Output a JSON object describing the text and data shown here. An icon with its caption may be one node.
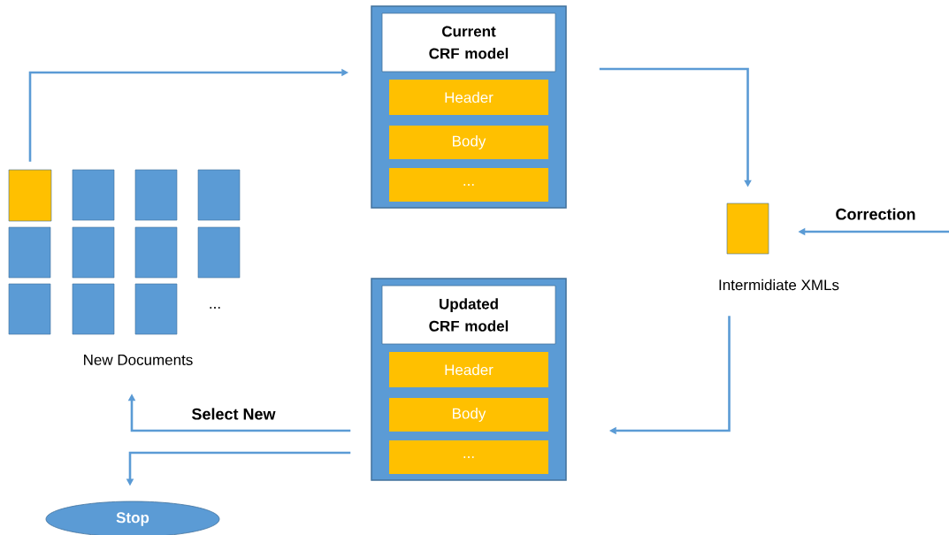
{
  "diagram": {
    "nodes": [
      {
        "text": [
          "Current CRF model"
        ]
      },
      {
        "text": [
          "Header"
        ],
        "in": 0
      },
      {
        "text": [
          "Body"
        ],
        "in": 0
      },
      {
        "text": [
          "..."
        ],
        "in": 0
      },
      {
        "text": [],
        "shape": "box"
      },
      {
        "text": [],
        "shape": "box"
      },
      {
        "text": [],
        "shape": "box"
      },
      {
        "text": [],
        "shape": "box"
      },
      {
        "text": [],
        "shape": "box"
      },
      {
        "text": [],
        "shape": "box"
      },
      {
        "text": [],
        "shape": "box"
      },
      {
        "text": [],
        "shape": "box"
      },
      {
        "text": [],
        "shape": "box"
      },
      {
        "text": [],
        "shape": "box"
      },
      {
        "text": [],
        "shape": "box"
      },
      {
        "text": [
          "New Documents"
        ]
      },
      {
        "text": [],
        "shape": "box",
        "beside": [
          "Intermidiate XMLs"
        ]
      },
      {
        "text": [
          "Updated CRF model"
        ]
      },
      {
        "text": [
          "Header"
        ],
        "in": 17
      },
      {
        "text": [
          "Body"
        ],
        "in": 17
      },
      {
        "text": [
          "..."
        ],
        "in": 17
      },
      {
        "text": [
          "Stop"
        ]
      }
    ],
    "edges": [
      {
        "from": 4,
        "to": 0,
        "arrow": "to"
      },
      {
        "from": 0,
        "to": 16,
        "arrow": "to"
      },
      {
        "from": null,
        "to": 16,
        "arrow": "to",
        "label": "Correction"
      },
      {
        "from": 16,
        "to": 17,
        "arrow": "to"
      },
      {
        "from": 17,
        "to": 15,
        "arrow": "to",
        "label": "Select New"
      },
      {
        "from": 17,
        "to": 21,
        "arrow": "to"
      }
    ],
    "labels": [
      "..."
    ]
  }
}
